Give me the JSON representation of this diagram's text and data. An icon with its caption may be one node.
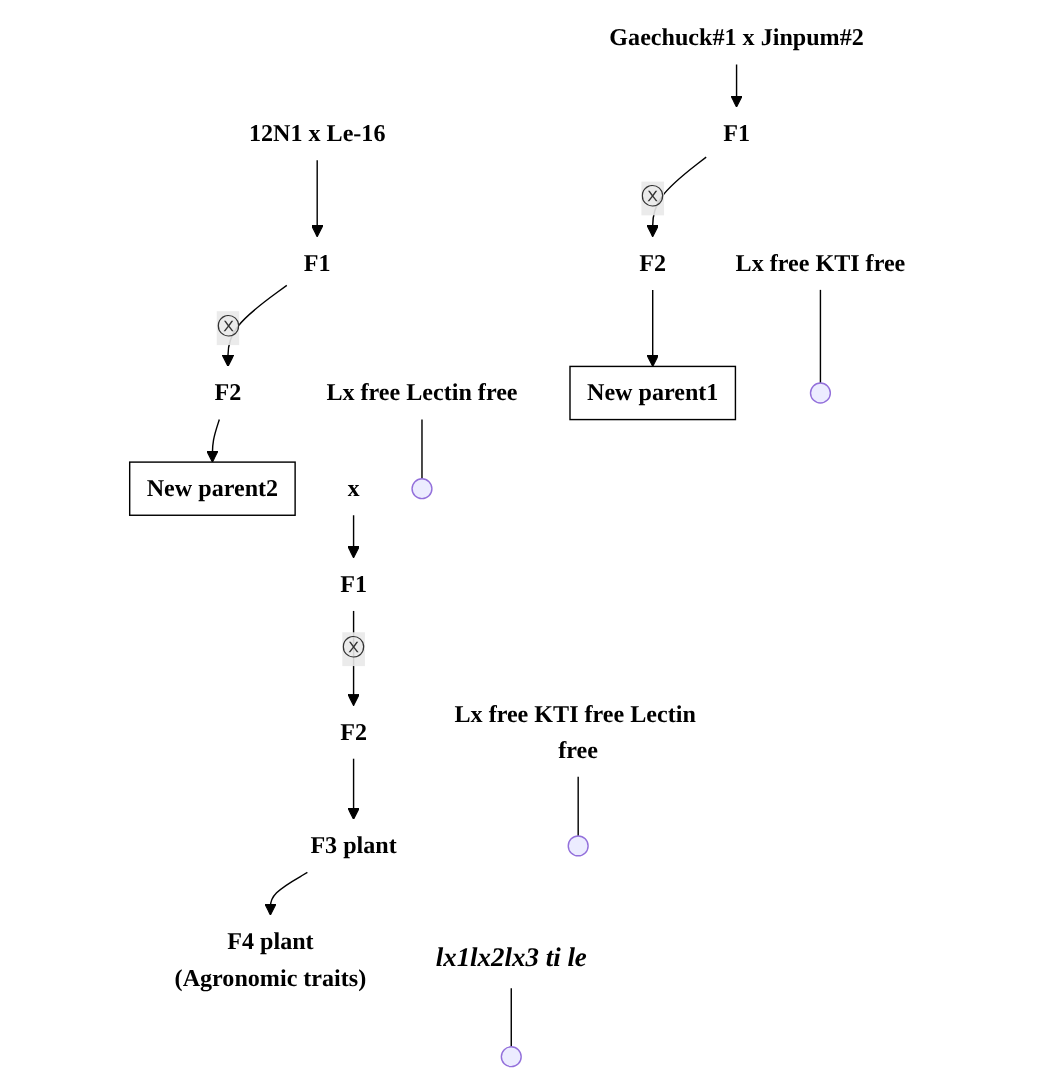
{
  "diagram": {
    "nodes": [
      {
        "text": [
          "Gaechuck#1 x  Jinpum#2"
        ]
      },
      {
        "text": [
          "12N1 x Le-16"
        ]
      },
      {
        "text": [
          "F1"
        ]
      },
      {
        "text": [
          "F1"
        ]
      },
      {
        "text": [
          "F2"
        ]
      },
      {
        "text": [
          "F2"
        ]
      },
      {
        "text": [
          "Lx free KTI free"
        ]
      },
      {
        "text": [
          "Lx free Lectin free"
        ]
      },
      {
        "text": [
          "New parent1"
        ]
      },
      {
        "text": [
          "x"
        ]
      },
      {
        "text": [
          "New parent2"
        ]
      },
      {
        "text": [
          "F1"
        ]
      },
      {
        "text": [
          "F2"
        ]
      },
      {
        "text": [
          "Lx free KTI free Lectin free"
        ]
      },
      {
        "text": [
          "F3 plant"
        ]
      },
      {
        "text": [
          "lx1lx2lx3 ti le"
        ]
      },
      {
        "text": [
          "F4 plant",
          "(Agronomic traits)"
        ]
      }
    ],
    "edges": [
      {
        "from": 0,
        "to": 2,
        "arrow": "to"
      },
      {
        "from": 1,
        "to": 3,
        "arrow": "to"
      },
      {
        "from": 2,
        "to": 4,
        "arrow": "to",
        "label": "ⓧ"
      },
      {
        "from": 3,
        "to": 5,
        "arrow": "to",
        "label": "ⓧ"
      },
      {
        "from": 4,
        "to": 8,
        "arrow": "to"
      },
      {
        "from": 5,
        "to": 10,
        "arrow": "to"
      },
      {
        "from": 6,
        "to": null,
        "arrow": "none"
      },
      {
        "from": 7,
        "to": null,
        "arrow": "none"
      },
      {
        "from": 9,
        "to": 11,
        "arrow": "to"
      },
      {
        "from": 11,
        "to": 12,
        "arrow": "to",
        "label": "ⓧ"
      },
      {
        "from": 12,
        "to": 14,
        "arrow": "to"
      },
      {
        "from": 13,
        "to": null,
        "arrow": "none"
      },
      {
        "from": 14,
        "to": 16,
        "arrow": "to"
      },
      {
        "from": 15,
        "to": null,
        "arrow": "none"
      }
    ]
  }
}
